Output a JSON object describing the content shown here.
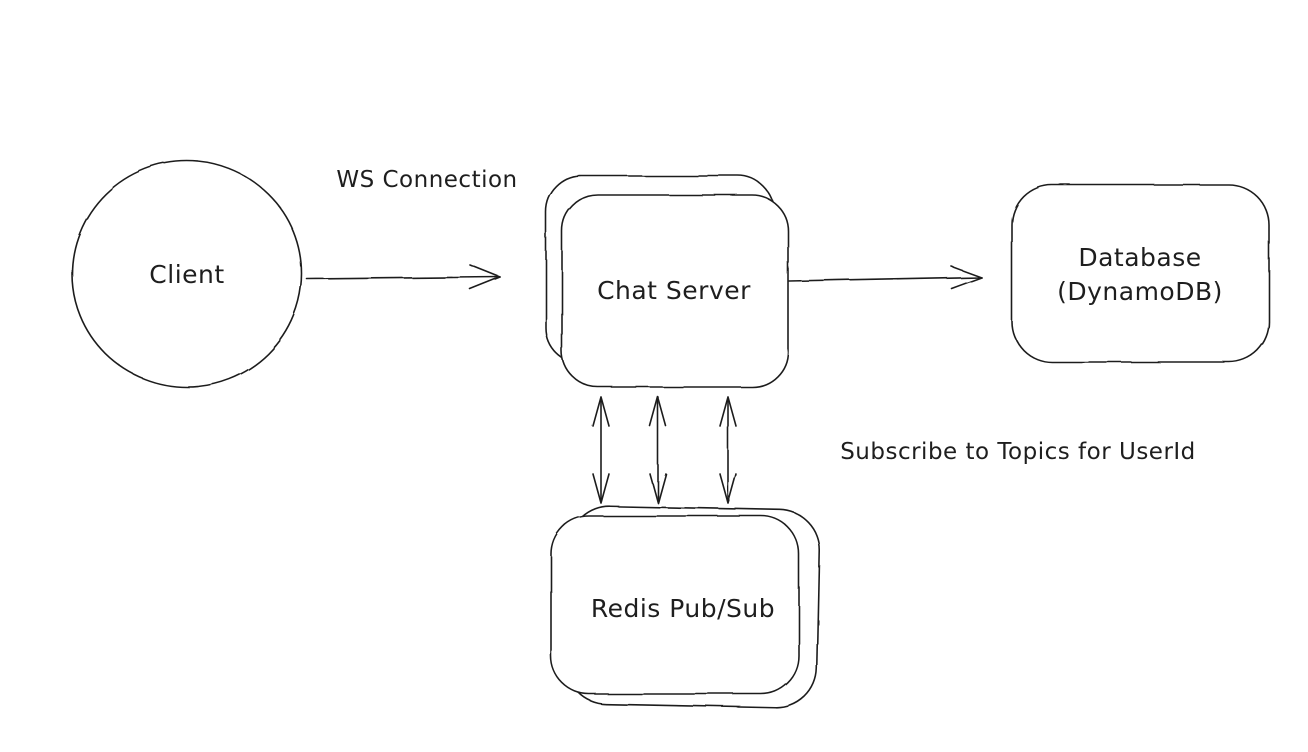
{
  "canvas": {
    "background": "#ffffff",
    "stroke_color": "#1e1e1e"
  },
  "nodes": {
    "client": {
      "label": "Client",
      "shape": "circle"
    },
    "chat_server": {
      "label": "Chat Server",
      "shape": "stacked-rounded-rect"
    },
    "database": {
      "label_line1": "Database",
      "label_line2": "(DynamoDB)",
      "shape": "rounded-rect"
    },
    "redis": {
      "label": "Redis Pub/Sub",
      "shape": "stacked-rounded-rect"
    }
  },
  "edges": {
    "client_to_chat": {
      "label": "WS Connection",
      "type": "arrow-right"
    },
    "chat_to_database": {
      "type": "arrow-right"
    },
    "chat_to_redis": {
      "label": "Subscribe to Topics for UserId",
      "type": "triple-double-headed-vertical-arrow"
    }
  }
}
